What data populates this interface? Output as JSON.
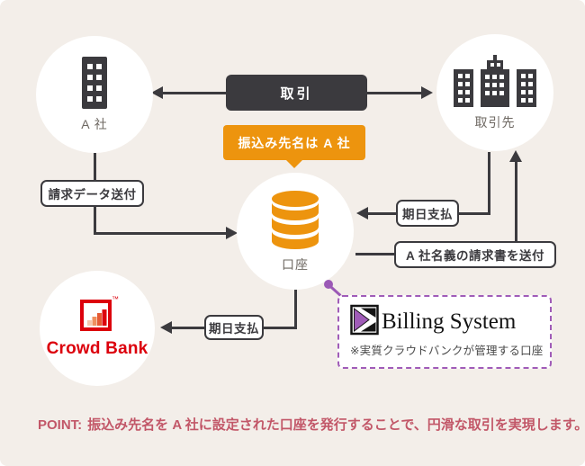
{
  "colors": {
    "background": "#F3EEE9",
    "dark": "#3B3A3E",
    "orange": "#ED940E",
    "red": "#DC000C",
    "purple": "#A05CB8",
    "rose": "#C25768"
  },
  "nodes": {
    "company_a": {
      "label": "A 社"
    },
    "partner": {
      "label": "取引先"
    },
    "account": {
      "label": "口座"
    },
    "crowd_bank": {
      "label": "Crowd Bank",
      "trademark": "™"
    }
  },
  "connectors": {
    "transaction": {
      "label": "取引"
    },
    "transfer_callout": {
      "label": "振込み先名は A 社"
    },
    "invoice_data": {
      "label": "請求データ送付"
    },
    "due_payment_upper": {
      "label": "期日支払"
    },
    "invoice_in_a_name": {
      "label": "A 社名義の請求書を送付"
    },
    "due_payment_lower": {
      "label": "期日支払"
    }
  },
  "billing_system": {
    "name": "Billing System",
    "note": "※実質クラウドバンクが管理する口座"
  },
  "point": {
    "prefix": "POINT:",
    "text": "振込み先名を A 社に設定された口座を発行することで、円滑な取引を実現します。"
  }
}
